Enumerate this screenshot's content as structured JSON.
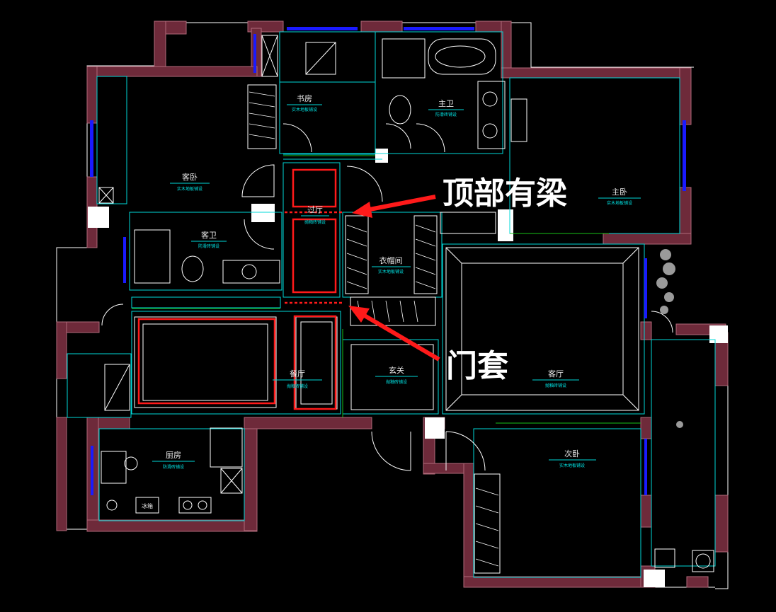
{
  "rooms": {
    "study": {
      "name": "书房",
      "floor": "实木地板铺设"
    },
    "master_bath": {
      "name": "主卫",
      "floor": "防滑砖铺设"
    },
    "guest_bed": {
      "name": "客卧",
      "floor": "实木地板铺设"
    },
    "master_bed": {
      "name": "主卧",
      "floor": "实木地板铺设"
    },
    "guest_bath": {
      "name": "客卫",
      "floor": "防滑砖铺设"
    },
    "hallway": {
      "name": "过厅",
      "floor": "抛釉砖铺设"
    },
    "closet": {
      "name": "衣帽间",
      "floor": "实木地板铺设"
    },
    "dining": {
      "name": "餐厅",
      "floor": "抛釉砖铺设"
    },
    "foyer": {
      "name": "玄关",
      "floor": "抛釉砖铺设"
    },
    "living": {
      "name": "客厅",
      "floor": "抛釉砖铺设"
    },
    "kitchen": {
      "name": "厨房",
      "floor": "防滑砖铺设"
    },
    "second_bed": {
      "name": "次卧",
      "floor": "实木地板铺设"
    }
  },
  "fixtures": {
    "fridge_label": "冰箱"
  },
  "annotations": {
    "beam": "顶部有梁",
    "door_frame": "门套"
  },
  "colors": {
    "background": "#000000",
    "wall_fill": "#6e2a3a",
    "line_cyan": "#00d8d8",
    "highlight_red": "#ff1a1a",
    "annotation_text": "#ffffff"
  }
}
